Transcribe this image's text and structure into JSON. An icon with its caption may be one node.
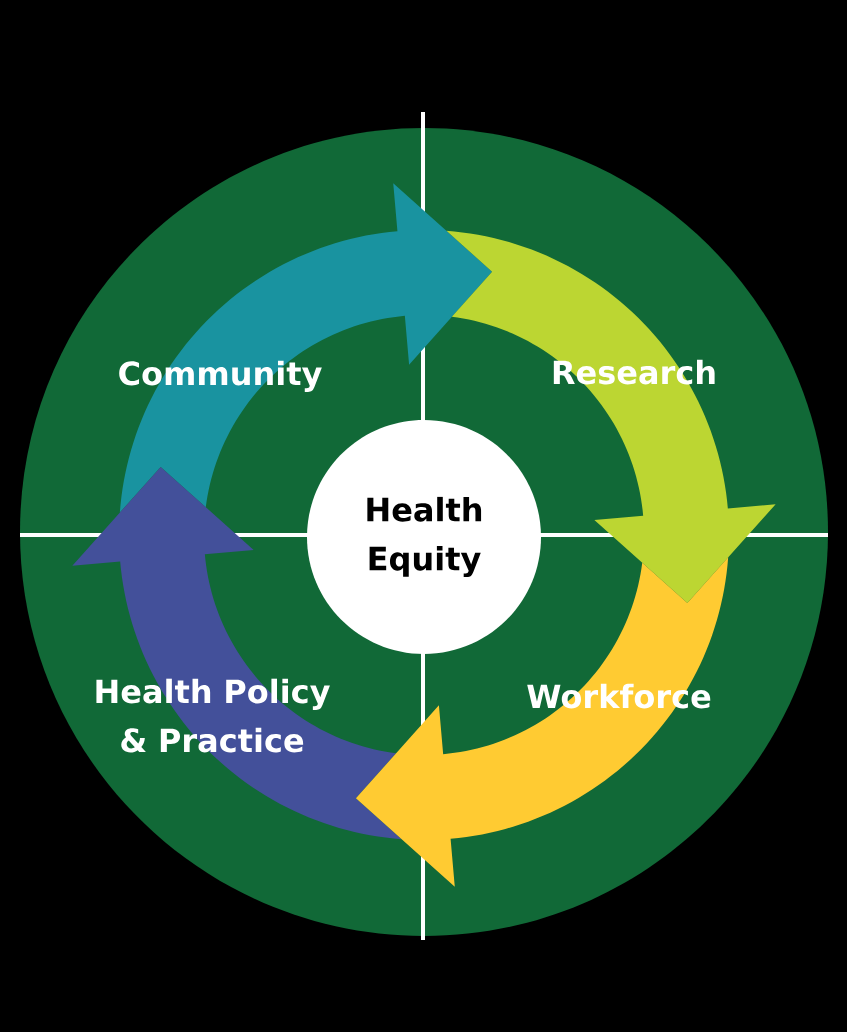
{
  "diagram": {
    "nodes": [
      {
        "text": [],
        "shape": "circle"
      },
      {
        "text": [
          "Community"
        ],
        "in": 0
      },
      {
        "text": [
          "Research"
        ],
        "in": 0
      },
      {
        "text": [
          "Health Equity"
        ],
        "in": 0
      },
      {
        "text": [
          "Health Policy & Practice"
        ],
        "in": 0
      },
      {
        "text": [
          "Workforce"
        ],
        "in": 0
      }
    ]
  }
}
